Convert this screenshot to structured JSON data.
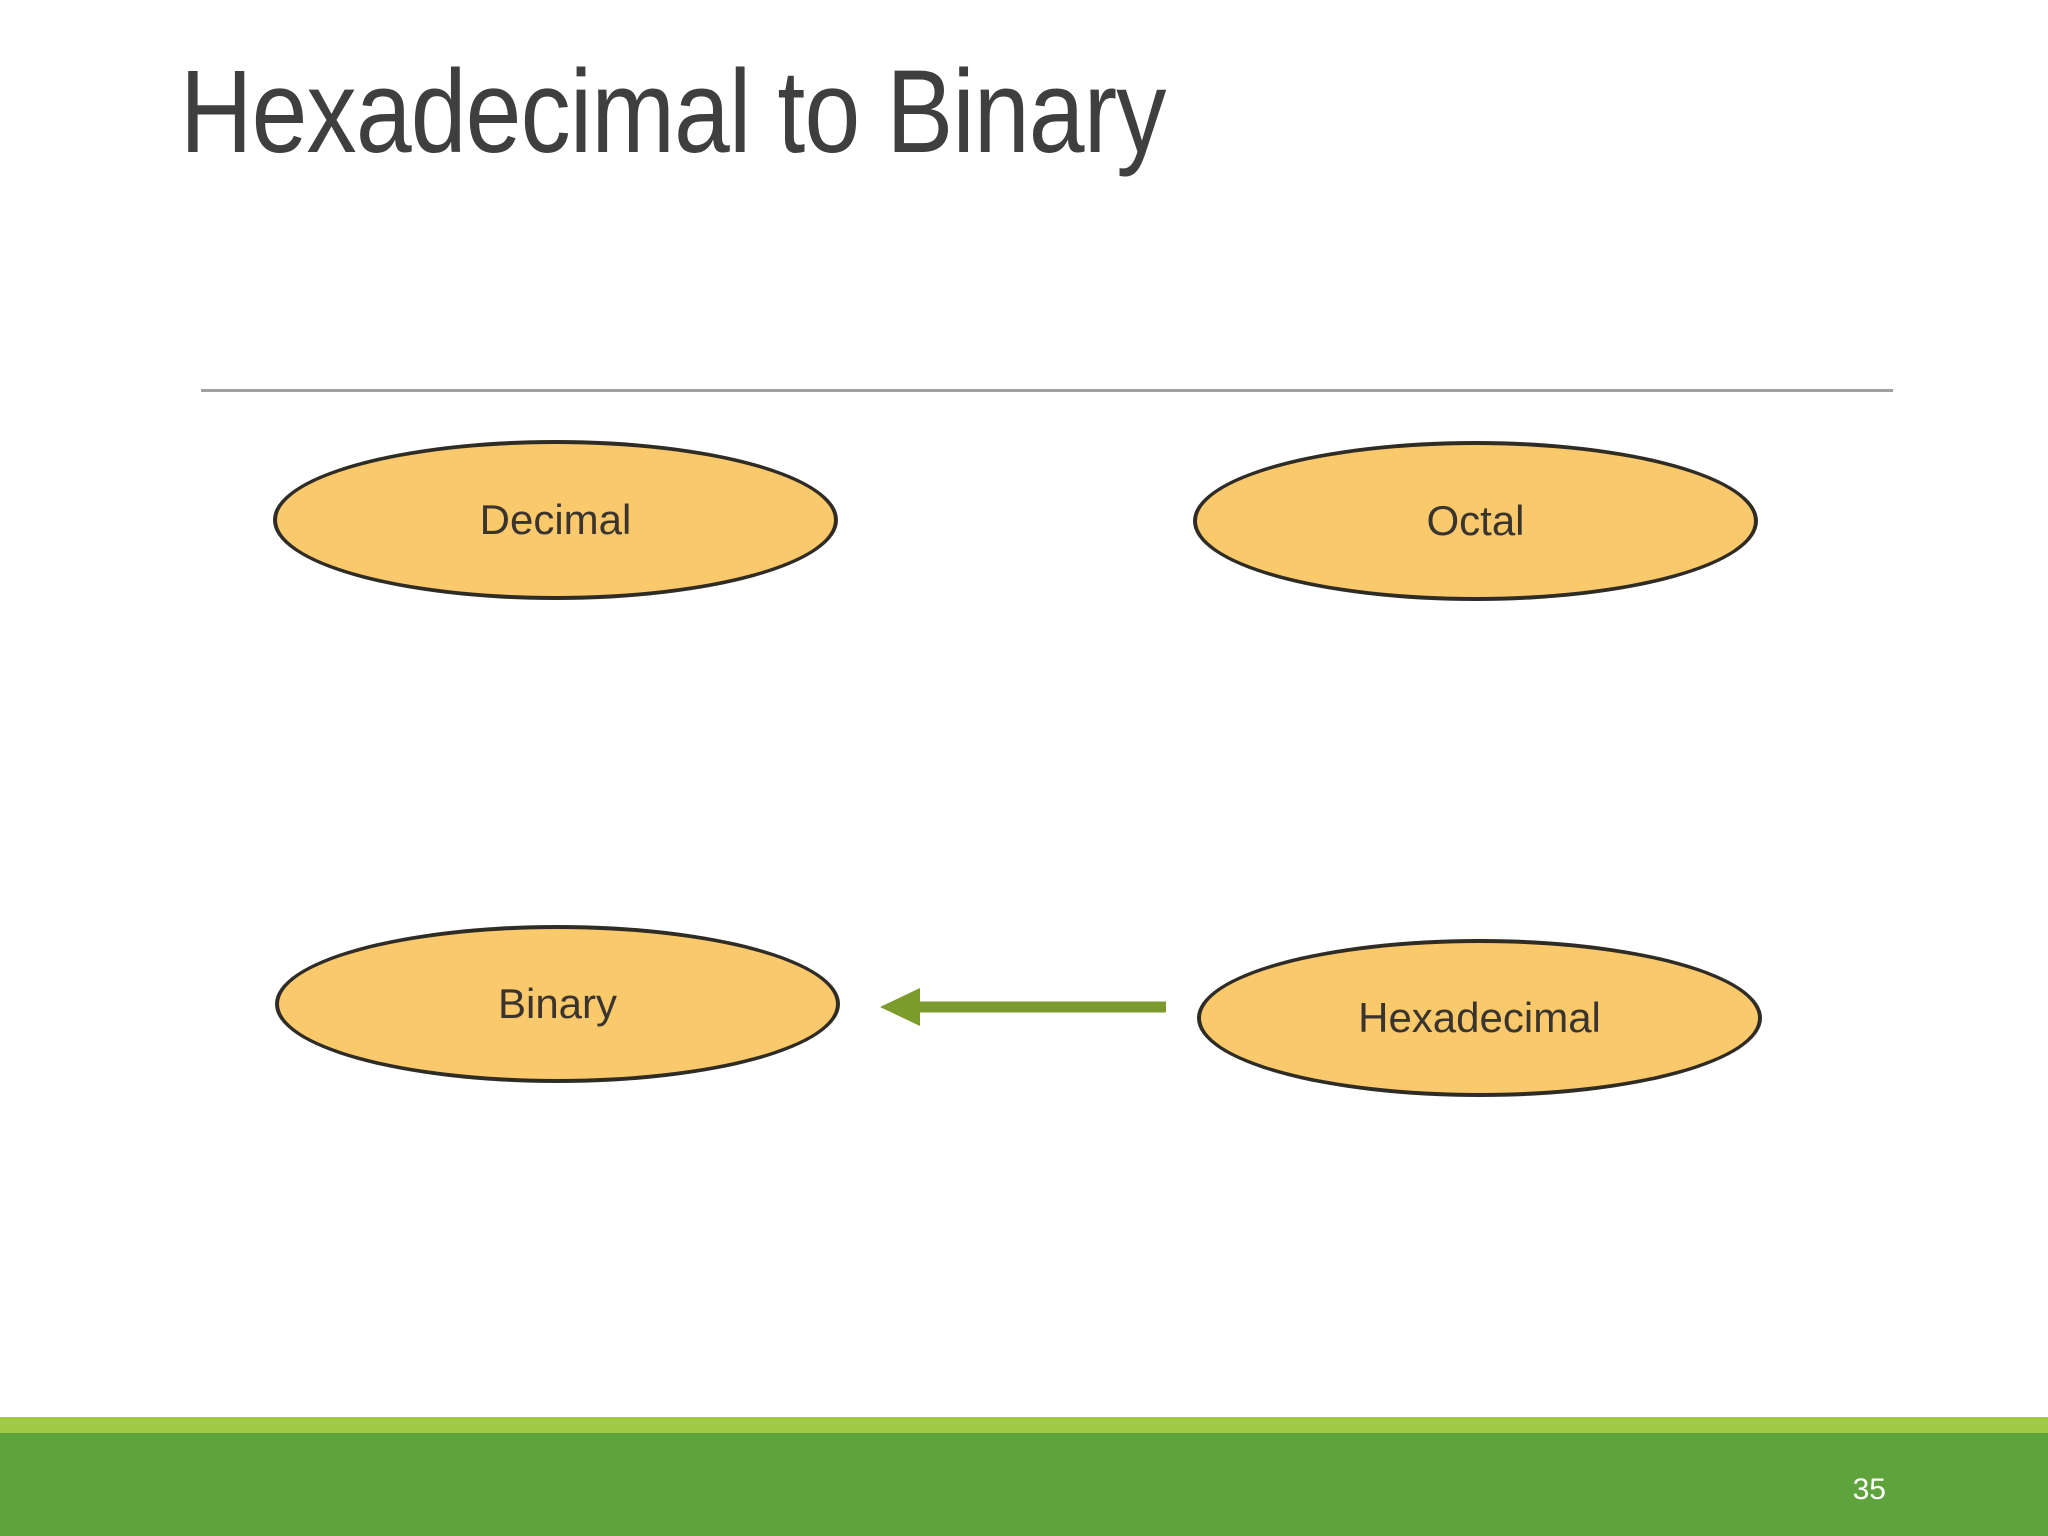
{
  "slide": {
    "title": "Hexadecimal to Binary",
    "page_number": "35"
  },
  "diagram": {
    "nodes": [
      {
        "id": "decimal",
        "label": "Decimal"
      },
      {
        "id": "octal",
        "label": "Octal"
      },
      {
        "id": "binary",
        "label": "Binary"
      },
      {
        "id": "hexadecimal",
        "label": "Hexadecimal"
      }
    ],
    "arrow": {
      "from": "Hexadecimal",
      "to": "Binary",
      "direction": "left"
    }
  },
  "colors": {
    "title-text": "#3F3F3F",
    "divider": "#A0A0A0",
    "node-fill": "#FAC96C",
    "node-stroke": "#2F2B25",
    "node-text": "#3A342E",
    "arrow-green": "#7C9B2D",
    "footer-strip-green": "#A0CA45",
    "footer-bar-green": "#5FA33C",
    "page-number-text": "#FFFFFF"
  }
}
